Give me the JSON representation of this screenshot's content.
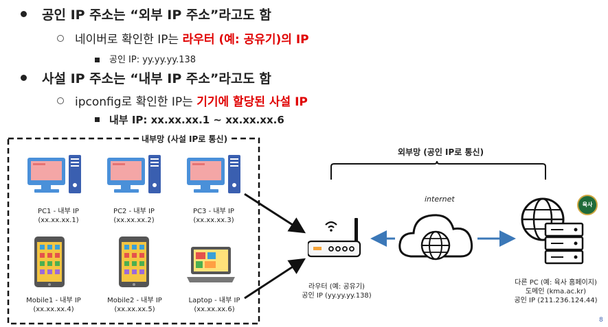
{
  "bullets": {
    "public": {
      "title": "공인 IP 주소는 “외부 IP 주소”라고도 함",
      "sub_prefix": "네이버로 확인한 IP는 ",
      "sub_highlight": "라우터 (예: 공유기)의 IP",
      "detail": "공인 IP: yy.yy.yy.138"
    },
    "private": {
      "title": "사설 IP 주소는 “내부 IP 주소”라고도 함",
      "sub_prefix": "ipconfig로 확인한 IP는 ",
      "sub_highlight": "기기에 할당된 사설 IP",
      "detail": "내부 IP: xx.xx.xx.1 ~ xx.xx.xx.6"
    }
  },
  "diagram": {
    "internal_group_title": "내부망 (사설 IP로 통신)",
    "external_group_title": "외부망 (공인 IP로 통신)",
    "devices": [
      {
        "name": "PC1 - 내부 IP",
        "ip": "(xx.xx.xx.1)",
        "kind": "desktop-icon"
      },
      {
        "name": "PC2 - 내부 IP",
        "ip": "(xx.xx.xx.2)",
        "kind": "desktop-icon"
      },
      {
        "name": "PC3 - 내부 IP",
        "ip": "(xx.xx.xx.3)",
        "kind": "desktop-icon"
      },
      {
        "name": "Mobile1 - 내부 IP",
        "ip": "(xx.xx.xx.4)",
        "kind": "smartphone-icon"
      },
      {
        "name": "Mobile2 - 내부 IP",
        "ip": "(xx.xx.xx.5)",
        "kind": "smartphone-icon"
      },
      {
        "name": "Laptop - 내부 IP",
        "ip": "(xx.xx.xx.6)",
        "kind": "laptop-icon"
      }
    ],
    "router": {
      "line1": "라우터 (예: 공유기)",
      "line2": "공인 IP (yy.yy.yy.138)"
    },
    "internet_label": "internet",
    "remote": {
      "line1": "다른 PC (예: 육사 홈페이지)",
      "line2": "도메인 (kma.ac.kr)",
      "line3": "공인 IP (211.236.124.44)"
    },
    "logo_text": "육사"
  },
  "page_mark": "8",
  "colors": {
    "accent_red": "#e00000",
    "arrow_blue": "#3b78b8",
    "monitor_blue": "#4a90d9"
  }
}
